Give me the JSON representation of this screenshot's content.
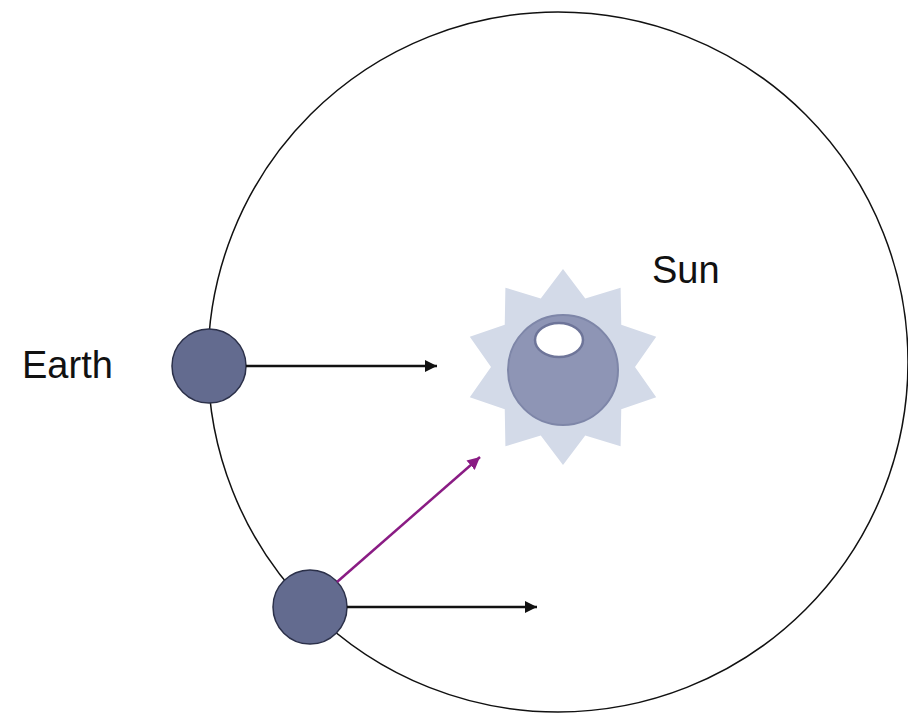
{
  "diagram": {
    "nodes": [
      {
        "text": [
          "Earth"
        ]
      },
      {
        "text": [
          "Sun"
        ]
      }
    ],
    "edges": [
      {
        "from": 0,
        "to": 1,
        "arrow": "to"
      }
    ]
  }
}
